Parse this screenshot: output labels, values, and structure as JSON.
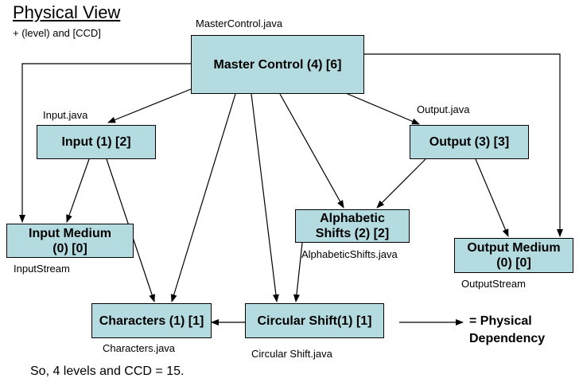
{
  "title": "Physical View",
  "subtitle": "+ (level) and [CCD]",
  "nodes": {
    "master": {
      "label": "Master Control (4) [6]",
      "file": "MasterControl.java"
    },
    "input": {
      "label": "Input (1) [2]",
      "file": "Input.java"
    },
    "output": {
      "label": "Output (3) [3]",
      "file": "Output.java"
    },
    "input_medium": {
      "label": "Input Medium (0) [0]",
      "file": "InputStream"
    },
    "alpha_shifts": {
      "label": "Alphabetic Shifts (2) [2]",
      "file": "AlphabeticShifts.java"
    },
    "output_medium": {
      "label": "Output Medium (0) [0]",
      "file": "OutputStream"
    },
    "characters": {
      "label": "Characters (1) [1]",
      "file": "Characters.java"
    },
    "circular_shift": {
      "label": "Circular Shift(1) [1]",
      "file": "Circular Shift.java"
    }
  },
  "legend": {
    "label": "= Physical Dependency"
  },
  "summary": "So, 4 levels and CCD = 15.",
  "colors": {
    "node_fill": "#b4dce0",
    "line": "#000000"
  }
}
